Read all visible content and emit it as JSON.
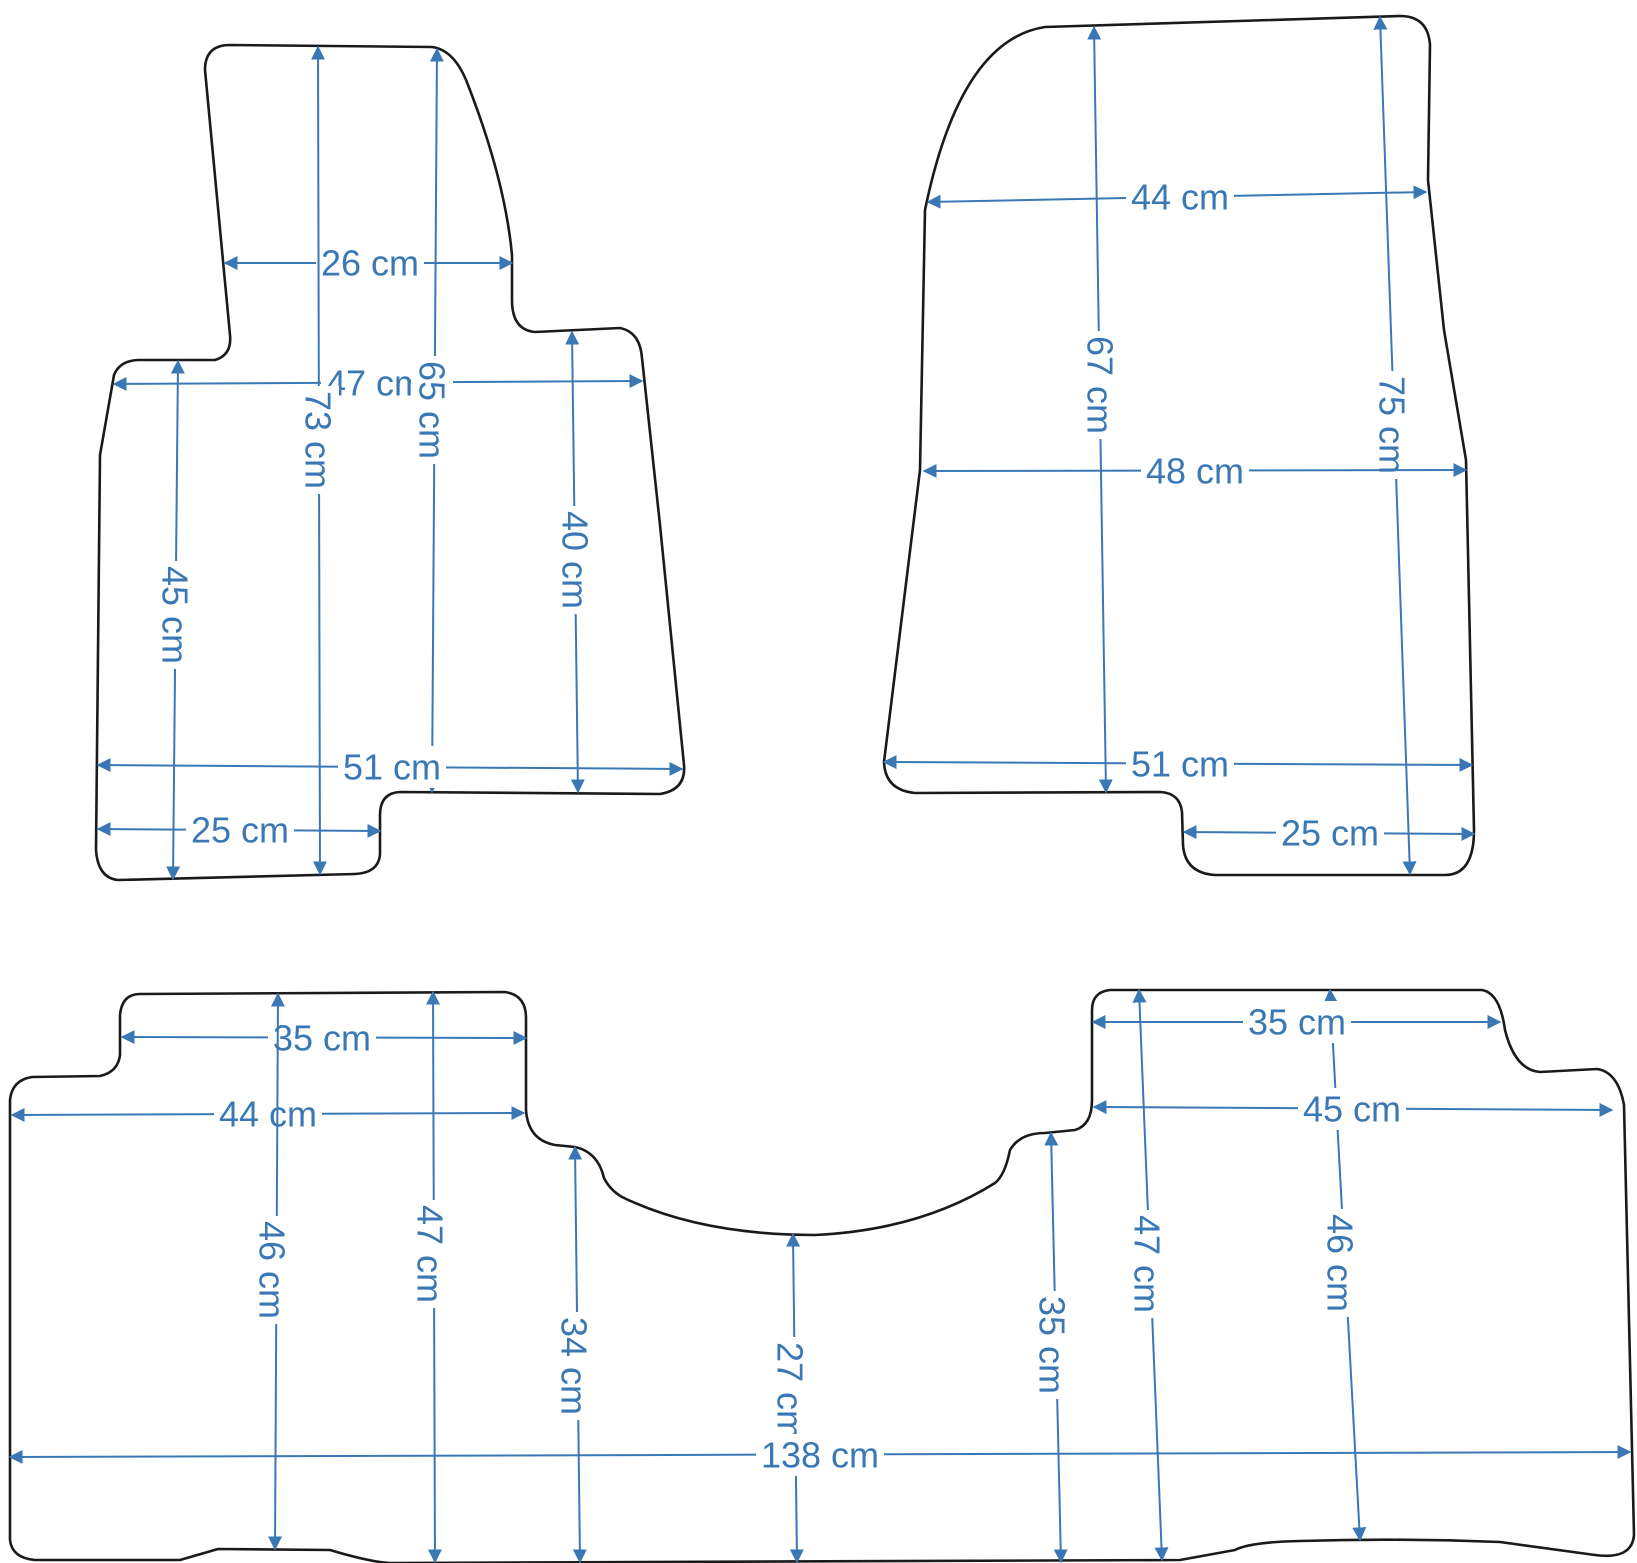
{
  "colors": {
    "outline": "#1a1a1a",
    "dimension": "#3a78b5",
    "background": "#ffffff"
  },
  "mats": {
    "front_left": {
      "dimensions": [
        "26 cm",
        "47 cm",
        "73 cm",
        "65 cm",
        "40 cm",
        "45 cm",
        "51 cm",
        "25 cm"
      ]
    },
    "front_right": {
      "dimensions": [
        "44 cm",
        "67 cm",
        "75 cm",
        "48 cm",
        "51 cm",
        "25 cm"
      ]
    },
    "rear": {
      "dimensions": [
        "35 cm",
        "44 cm",
        "46 cm",
        "47 cm",
        "34 cm",
        "27 cm",
        "35 cm",
        "47 cm",
        "46 cm",
        "35 cm",
        "45 cm",
        "138 cm"
      ]
    }
  }
}
